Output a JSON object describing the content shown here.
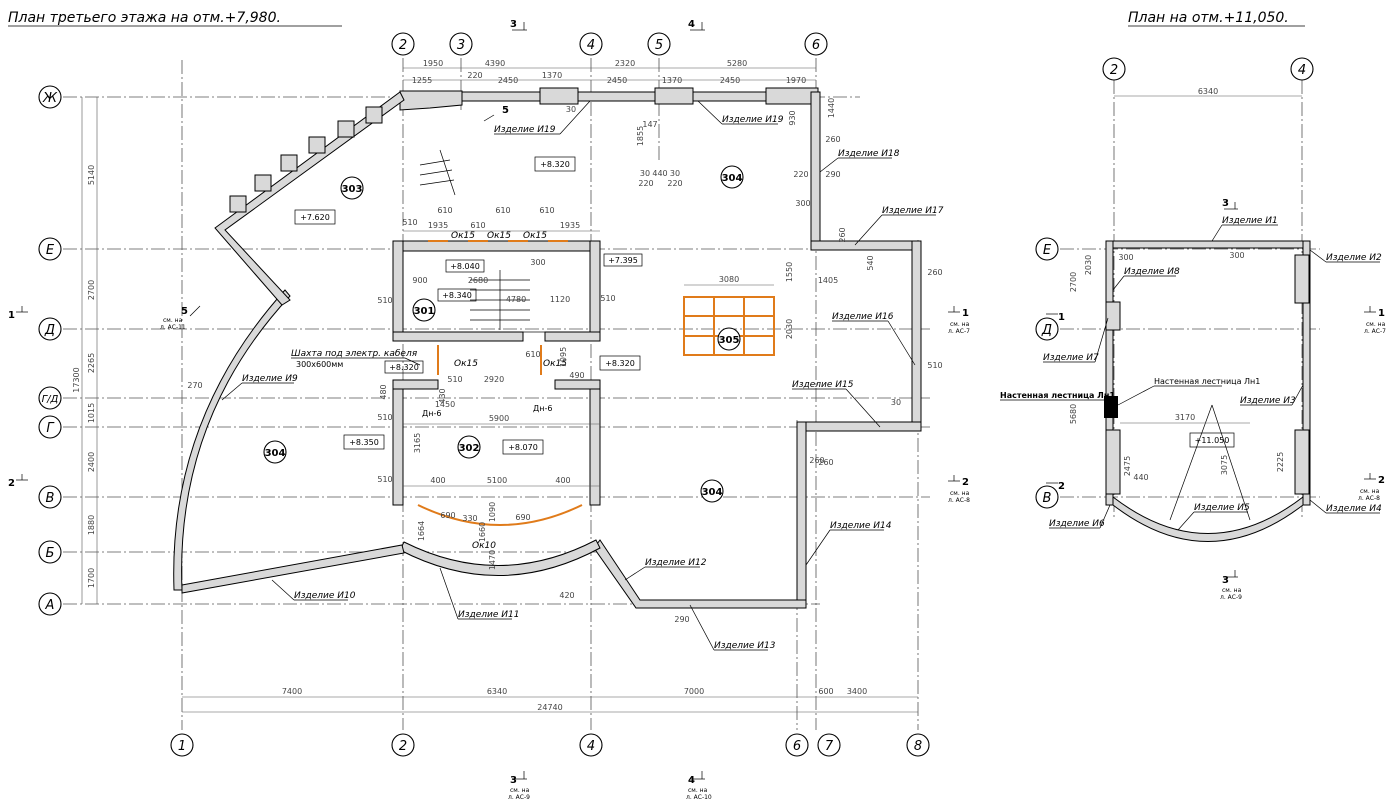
{
  "titles": {
    "main": "План третьего этажа на отм.+7,980.",
    "secondary": "План на отм.+11,050."
  },
  "axes": {
    "main_top": [
      "2",
      "3",
      "4",
      "5",
      "6"
    ],
    "main_bottom": [
      "1",
      "2",
      "4",
      "6",
      "7",
      "8"
    ],
    "main_left": [
      "Ж",
      "Е",
      "Д",
      "Г/Д",
      "Г",
      "В",
      "Б",
      "А"
    ],
    "sec_top": [
      "2",
      "4"
    ],
    "sec_left": [
      "Е",
      "Д",
      "В"
    ]
  },
  "rooms": {
    "r303": "303",
    "r304a": "304",
    "r301": "301",
    "r305": "305",
    "r302": "302",
    "r304b": "304",
    "r304c": "304"
  },
  "levels": {
    "l1": "+8.320",
    "l2": "+7.620",
    "l3": "+8.040",
    "l4": "+8.340",
    "l5": "+7.395",
    "l6": "+8.320",
    "l7": "+8.320",
    "l8": "+8.350",
    "l9": "+8.070",
    "l10": "+11.050"
  },
  "products": {
    "i19a": "Изделие И19",
    "i19b": "Изделие И19",
    "i18": "Изделие И18",
    "i17": "Изделие И17",
    "i16": "Изделие И16",
    "i15": "Изделие И15",
    "i14": "Изделие И14",
    "i13": "Изделие И13",
    "i12": "Изделие И12",
    "i11": "Изделие И11",
    "i10": "Изделие И10",
    "i9": "Изделие И9",
    "s1": "Изделие  И1",
    "s2": "Изделие И2",
    "s3": "Изделие И3",
    "s4": "Изделие И4",
    "s5": "Изделие И5",
    "s6": "Изделие И6",
    "s7": "Изделие И7",
    "s8": "Изделие И8"
  },
  "notes": {
    "shaft_1": "Шахта под электр. кабеля",
    "shaft_2": "300х600мм",
    "ladder_a": "Настенная лестница Лн1",
    "ladder_b": "Настенная лестница Лн1",
    "ok15a": "Ок15",
    "ok15b": "Ок15",
    "ok15c": "Ок15",
    "ok15d": "Ок15",
    "ok15e": "Ок15",
    "ok10": "Ок10",
    "dn6a": "Дн-6",
    "dn6b": "Дн-6"
  },
  "sections": {
    "s3top": {
      "num": "3",
      "ref1": "",
      "ref2": ""
    },
    "s4top": {
      "num": "4",
      "ref1": "",
      "ref2": ""
    },
    "s3bot": {
      "num": "3",
      "ref1": "см. на",
      "ref2": "л. АС-9"
    },
    "s4bot": {
      "num": "4",
      "ref1": "см. на",
      "ref2": "л. АС-10"
    },
    "s1left": {
      "num": "1",
      "ref1": "",
      "ref2": ""
    },
    "s2left": {
      "num": "2",
      "ref1": "",
      "ref2": ""
    },
    "s5a": {
      "num": "5",
      "ref1": "см. на",
      "ref2": "л. АС-11"
    },
    "s5b": {
      "num": "5",
      "ref1": "",
      "ref2": ""
    },
    "s1right": {
      "num": "1",
      "ref1": "см. на",
      "ref2": "л. АС-7"
    },
    "s2right": {
      "num": "2",
      "ref1": "см. на",
      "ref2": "л. АС-8"
    },
    "ss1": {
      "num": "1",
      "ref1": "см. на",
      "ref2": "л. АС-7"
    },
    "ss2": {
      "num": "2",
      "ref1": "см. на",
      "ref2": "л. АС-8"
    },
    "ss3": {
      "num": "3",
      "ref1": "",
      "ref2": ""
    },
    "ss3b": {
      "num": "3",
      "ref1": "см. на",
      "ref2": "л. АС-9"
    },
    "ss1l": {
      "num": "1",
      "ref1": "",
      "ref2": ""
    },
    "ss2l": {
      "num": "2",
      "ref1": "",
      "ref2": ""
    }
  },
  "dims": {
    "top": [
      "1950",
      "4390",
      "2320",
      "5280"
    ],
    "top2": [
      "1255",
      "220",
      "2450",
      "1370",
      "2450",
      "1370",
      "2450",
      "1970"
    ],
    "bottom": [
      "7400",
      "6340",
      "7000",
      "600",
      "3400"
    ],
    "total": "24740",
    "left": [
      "5140",
      "2700",
      "2265",
      "1015",
      "2400",
      "1880",
      "1700"
    ],
    "left_total": "17300",
    "stair_top": [
      "610",
      "610",
      "610",
      "610",
      "1935",
      "1935"
    ],
    "mid": [
      "3080",
      "2030",
      "1550",
      "1405",
      "2920",
      "5900",
      "5100",
      "400",
      "400",
      "510",
      "510",
      "510",
      "510",
      "510",
      "510"
    ],
    "sec_top": "6340",
    "sec_misc": [
      "3170",
      "2700",
      "2030",
      "5680",
      "2475",
      "3075",
      "2225",
      "440",
      "300",
      "300"
    ],
    "misc": [
      "1855",
      "147",
      "30",
      "440",
      "30",
      "220",
      "220",
      "930",
      "260",
      "220",
      "290",
      "300",
      "260",
      "540",
      "260",
      "510",
      "30",
      "260",
      "270",
      "1664",
      "1470",
      "1090",
      "1660",
      "690",
      "330",
      "690",
      "290",
      "420",
      "3165",
      "1450",
      "430",
      "480",
      "900",
      "2680",
      "4780",
      "1120",
      "1095",
      "490",
      "610",
      "260",
      "1440",
      "30",
      "300"
    ]
  }
}
